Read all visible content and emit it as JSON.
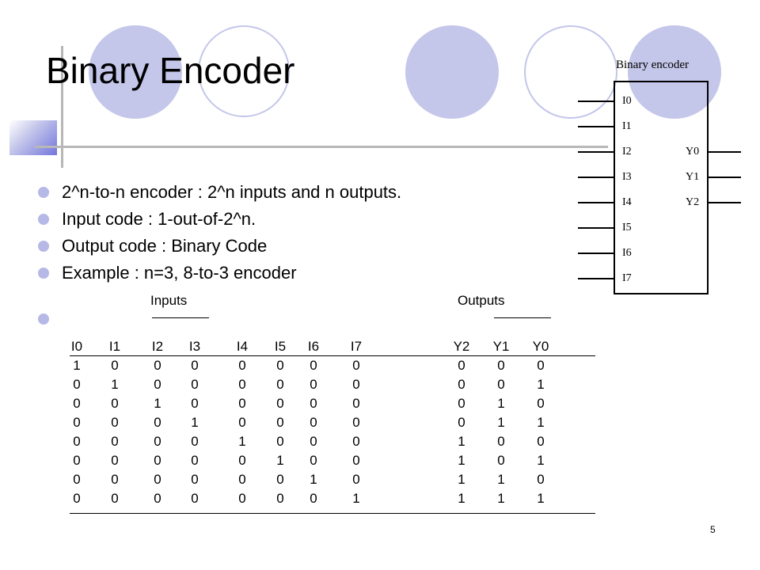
{
  "title": "Binary Encoder",
  "bullets": [
    "2^n-to-n  encoder  : 2^n inputs and n outputs.",
    "Input code : 1-out-of-2^n.",
    "Output code : Binary Code",
    "Example : n=3, 8-to-3 encoder",
    ""
  ],
  "encoder": {
    "label": "Binary encoder",
    "inputs": [
      "I0",
      "I1",
      "I2",
      "I3",
      "I4",
      "I5",
      "I6",
      "I7"
    ],
    "outputs": [
      "Y0",
      "Y1",
      "Y2"
    ]
  },
  "table": {
    "inputs_label": "Inputs",
    "outputs_label": "Outputs",
    "headers": [
      "I0",
      "I1",
      "I2",
      "I3",
      "I4",
      "I5",
      "I6",
      "I7",
      "Y2",
      "Y1",
      "Y0"
    ],
    "rows": [
      [
        "1",
        "0",
        "0",
        "0",
        "0",
        "0",
        "0",
        "0",
        "0",
        "0",
        "0"
      ],
      [
        "0",
        "1",
        "0",
        "0",
        "0",
        "0",
        "0",
        "0",
        "0",
        "0",
        "1"
      ],
      [
        "0",
        "0",
        "1",
        "0",
        "0",
        "0",
        "0",
        "0",
        "0",
        "1",
        "0"
      ],
      [
        "0",
        "0",
        "0",
        "1",
        "0",
        "0",
        "0",
        "0",
        "0",
        "1",
        "1"
      ],
      [
        "0",
        "0",
        "0",
        "0",
        "1",
        "0",
        "0",
        "0",
        "1",
        "0",
        "0"
      ],
      [
        "0",
        "0",
        "0",
        "0",
        "0",
        "1",
        "0",
        "0",
        "1",
        "0",
        "1"
      ],
      [
        "0",
        "0",
        "0",
        "0",
        "0",
        "0",
        "1",
        "0",
        "1",
        "1",
        "0"
      ],
      [
        "0",
        "0",
        "0",
        "0",
        "0",
        "0",
        "0",
        "1",
        "1",
        "1",
        "1"
      ]
    ]
  },
  "page_number": "5",
  "colors": {
    "circle_fill": "#c4c6ea",
    "circle_outline": "#c4c6ea",
    "bullet": "#b6b8e6",
    "accent_square": "#8c8fe0"
  }
}
